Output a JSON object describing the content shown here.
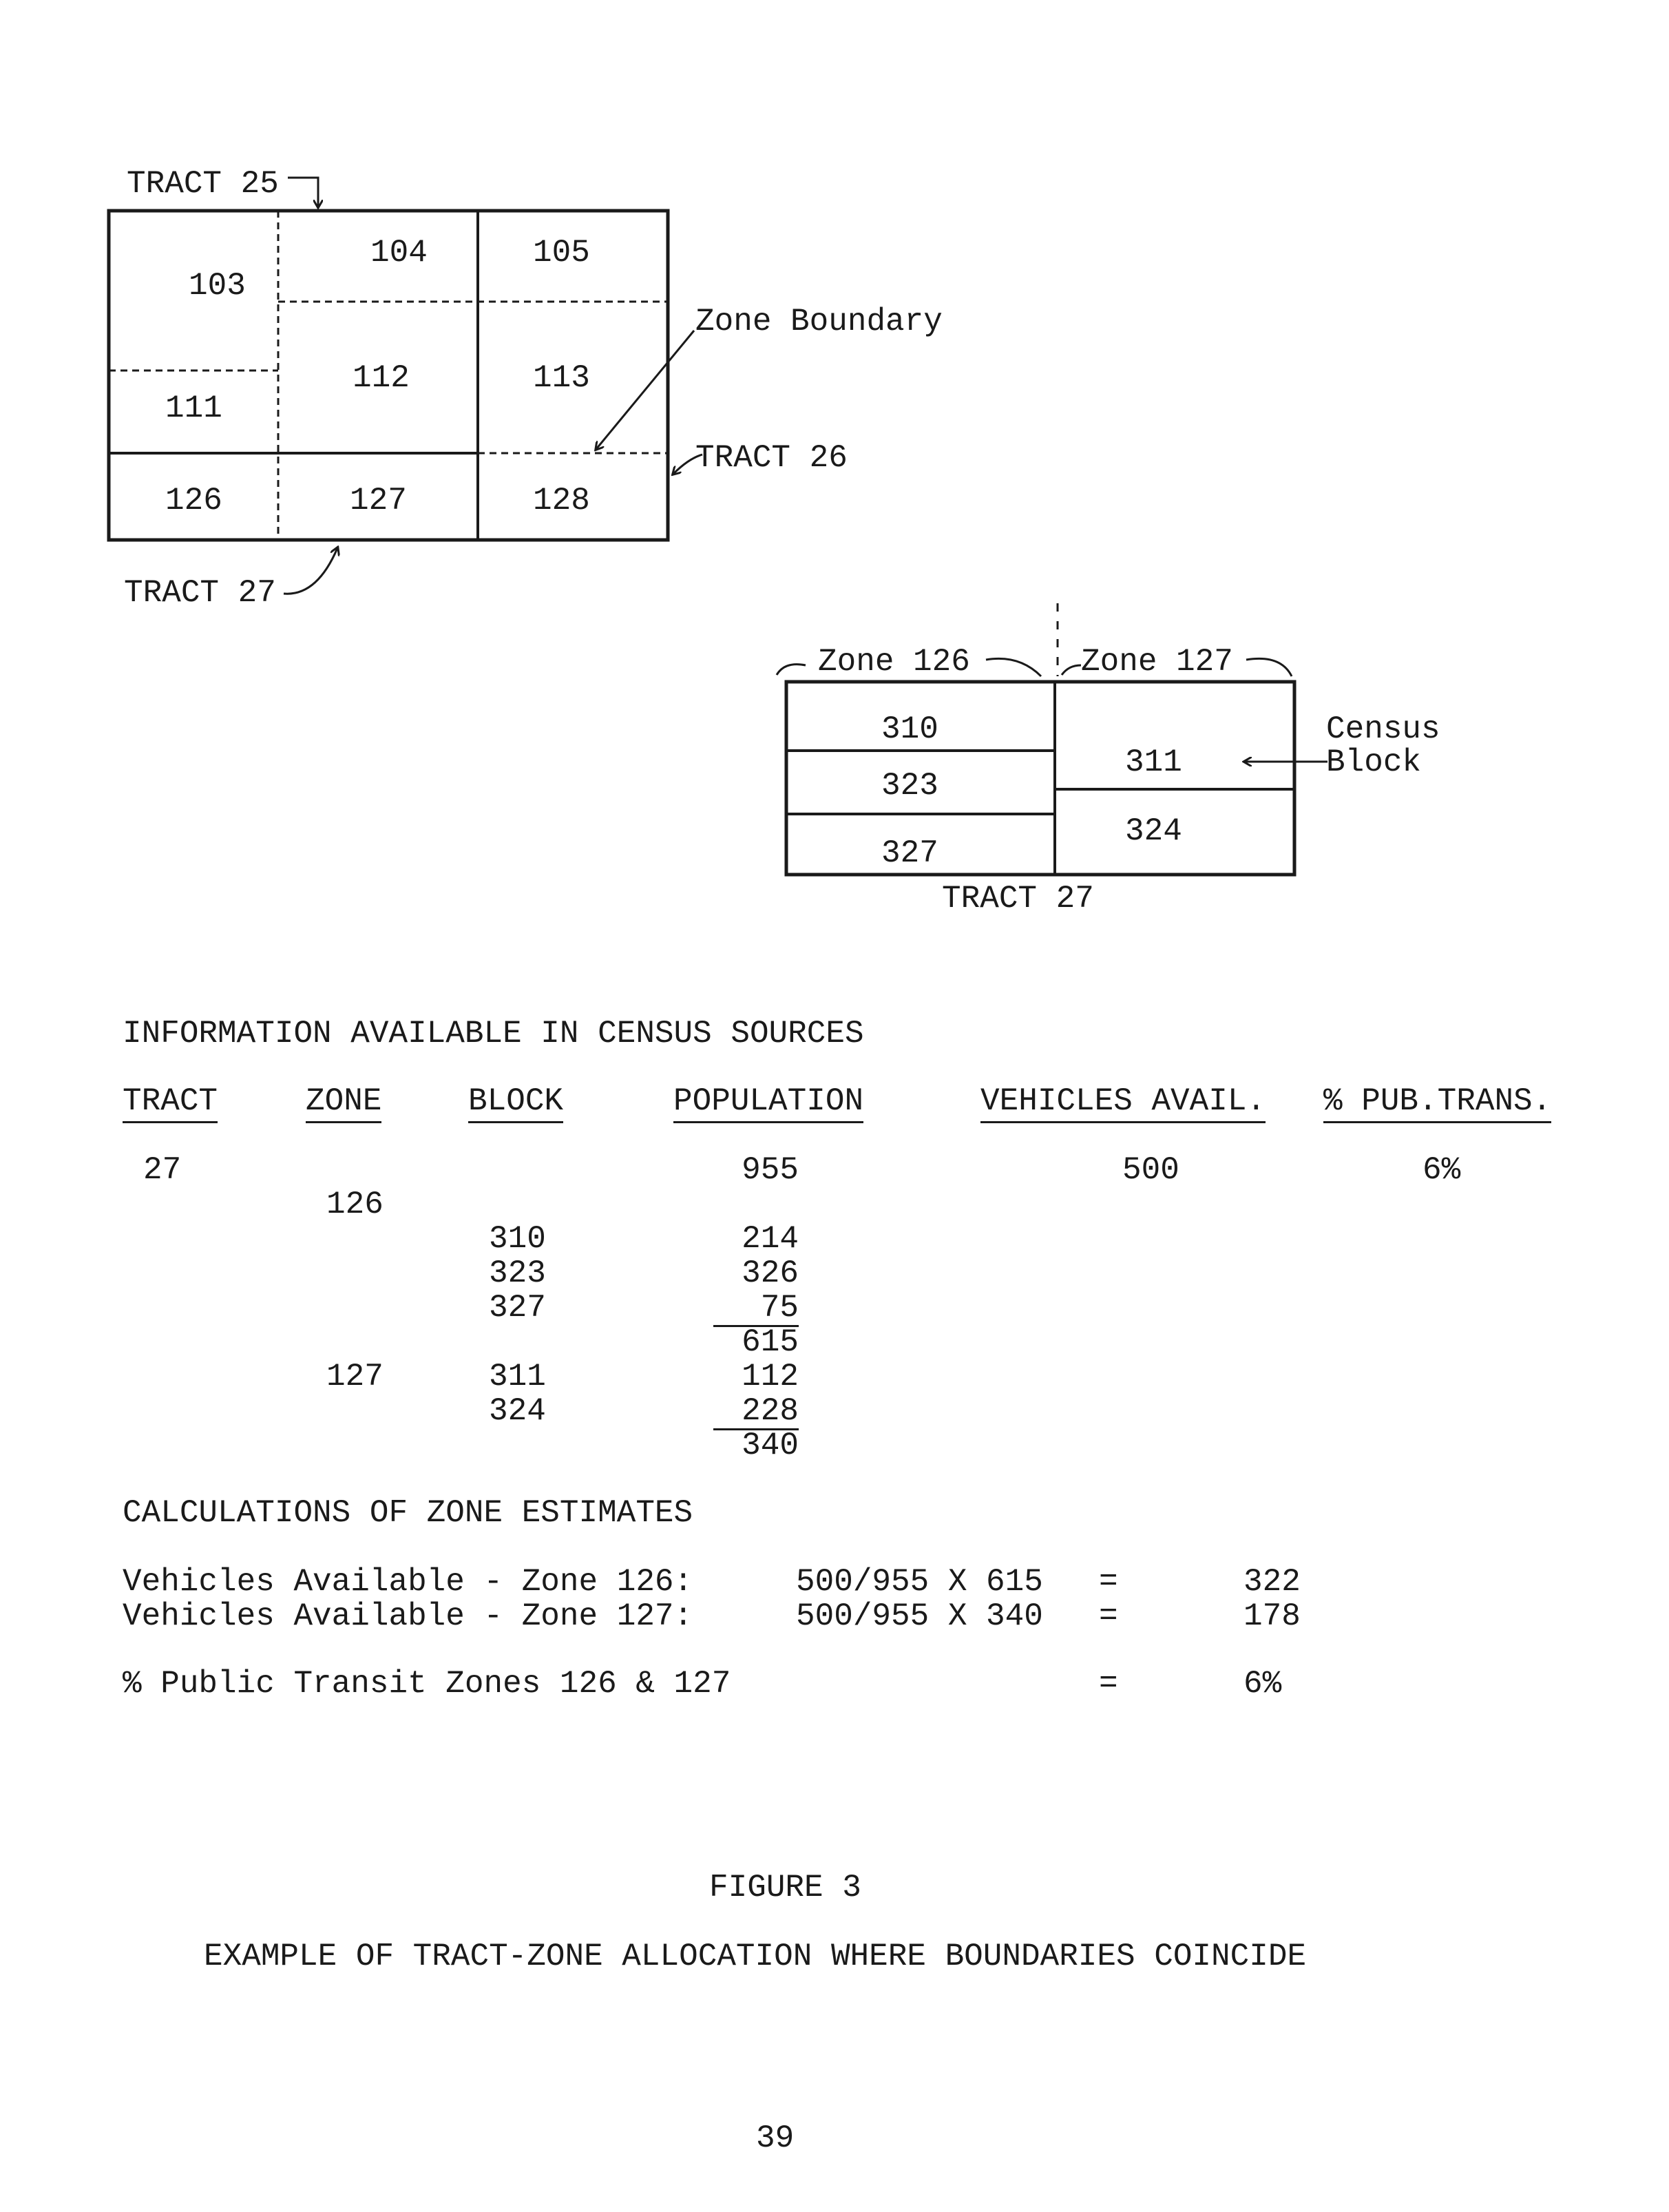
{
  "map": {
    "tract25": "TRACT 25",
    "tract26": "TRACT 26",
    "tract27": "TRACT 27",
    "zone_boundary": "Zone Boundary",
    "zones": [
      "103",
      "104",
      "105",
      "111",
      "112",
      "113",
      "126",
      "127",
      "128"
    ]
  },
  "detail": {
    "zone126": "Zone 126",
    "zone127": "Zone 127",
    "census_block": [
      "Census",
      "Block"
    ],
    "blocks": [
      "310",
      "323",
      "327",
      "311",
      "324"
    ],
    "tract27": "TRACT 27"
  },
  "table": {
    "heading": "INFORMATION AVAILABLE IN CENSUS SOURCES",
    "columns": [
      "TRACT",
      "ZONE",
      "BLOCK",
      "POPULATION",
      "VEHICLES AVAIL.",
      "% PUB.TRANS."
    ],
    "tract_row": {
      "tract": "27",
      "population": "955",
      "vehicles": "500",
      "pub_trans": "6%"
    },
    "zone126": {
      "zone": "126",
      "blocks": [
        "310",
        "323",
        "327"
      ],
      "pops": [
        "214",
        "326",
        "75"
      ],
      "total": "615"
    },
    "zone127": {
      "zone": "127",
      "blocks": [
        "311",
        "324"
      ],
      "pops": [
        "112",
        "228"
      ],
      "total": "340"
    }
  },
  "calc": {
    "heading": "CALCULATIONS OF ZONE ESTIMATES",
    "rows": [
      {
        "label": "Vehicles Available - Zone 126:",
        "expr": "500/955 X 615",
        "eq": "=",
        "result": "322"
      },
      {
        "label": "Vehicles Available - Zone 127:",
        "expr": "500/955 X 340",
        "eq": "=",
        "result": "178"
      },
      {
        "label": "% Public Transit Zones 126 & 127",
        "expr": "",
        "eq": "=",
        "result": "6%"
      }
    ]
  },
  "figure": {
    "number": "FIGURE 3",
    "caption": "EXAMPLE OF TRACT-ZONE ALLOCATION WHERE BOUNDARIES COINCIDE"
  },
  "page_number": "39"
}
